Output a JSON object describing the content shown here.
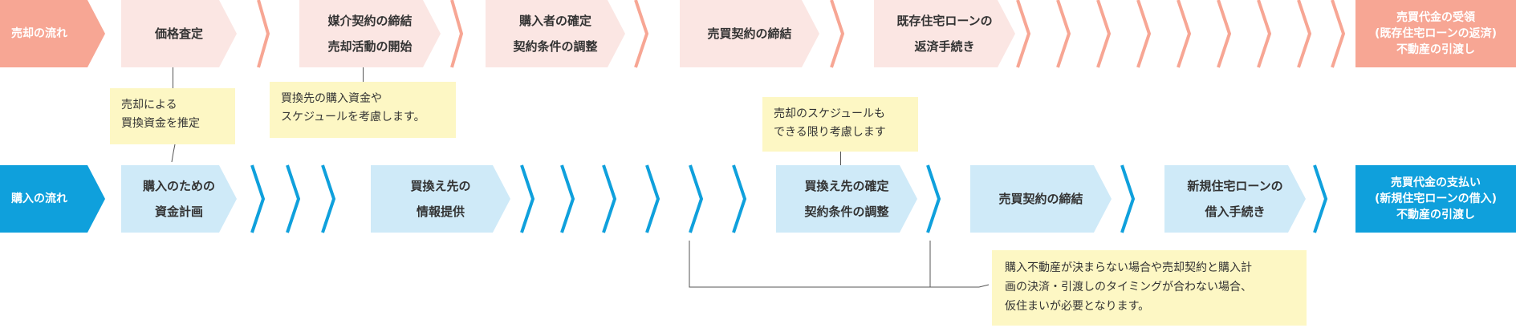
{
  "colors": {
    "sell_accent": "#f7a694",
    "sell_step_bg": "#fbe6e3",
    "buy_accent": "#0fa0dc",
    "buy_step_bg": "#cfeaf8",
    "note_bg": "#fdf7c4"
  },
  "sell_flow": {
    "label": "売却の流れ",
    "steps": [
      {
        "lines": [
          "価格査定"
        ]
      },
      {
        "lines": [
          "媒介契約の締結",
          "売却活動の開始"
        ]
      },
      {
        "lines": [
          "購入者の確定",
          "契約条件の調整"
        ]
      },
      {
        "lines": [
          "売買契約の締結"
        ]
      },
      {
        "lines": [
          "既存住宅ローンの",
          "返済手続き"
        ]
      }
    ],
    "final": {
      "lines": [
        "売買代金の受領",
        "(既存住宅ローンの返済)",
        "不動産の引渡し"
      ]
    }
  },
  "buy_flow": {
    "label": "購入の流れ",
    "steps": [
      {
        "lines": [
          "購入のための",
          "資金計画"
        ]
      },
      {
        "lines": [
          "買換え先の",
          "情報提供"
        ]
      },
      {
        "lines": [
          "買換え先の確定",
          "契約条件の調整"
        ]
      },
      {
        "lines": [
          "売買契約の締結"
        ]
      },
      {
        "lines": [
          "新規住宅ローンの",
          "借入手続き"
        ]
      }
    ],
    "final": {
      "lines": [
        "売買代金の支払い",
        "(新規住宅ローンの借入)",
        "不動産の引渡し"
      ]
    }
  },
  "notes": [
    {
      "lines": [
        "売却による",
        "買換資金を推定"
      ]
    },
    {
      "lines": [
        "買換先の購入資金や",
        "スケジュールを考慮します。"
      ]
    },
    {
      "lines": [
        "売却のスケジュールも",
        "できる限り考慮します"
      ]
    },
    {
      "lines": [
        "購入不動産が決まらない場合や売却契約と購入計",
        "画の決済・引渡しのタイミングが合わない場合、",
        "仮住まいが必要となります。"
      ]
    }
  ]
}
